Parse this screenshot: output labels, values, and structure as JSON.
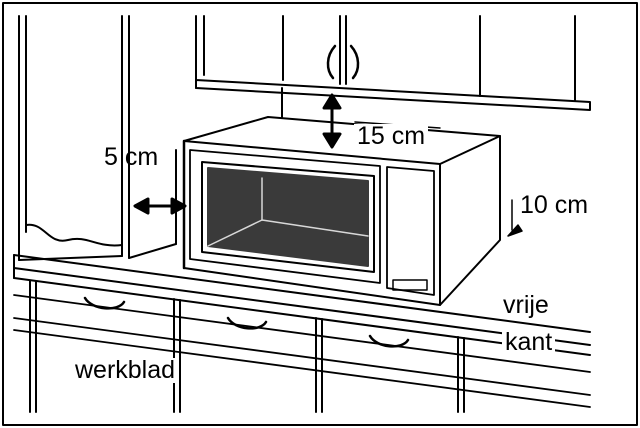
{
  "labels": {
    "top_clearance": "15 cm",
    "side_clearance": "5 cm",
    "back_clearance": "10 cm",
    "free_edge_line1": "vrije",
    "free_edge_line2": "kant",
    "countertop": "werkblad"
  },
  "colors": {
    "line": "#000000",
    "window": "#3a3a3a",
    "background": "#ffffff"
  }
}
